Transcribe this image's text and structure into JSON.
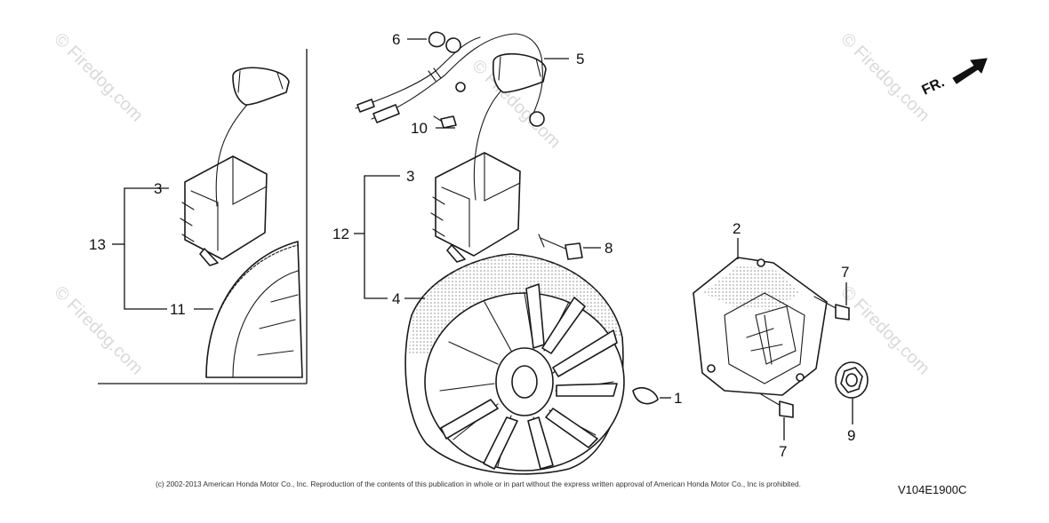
{
  "watermark": "© Firedog.com",
  "direction_marker": "FR.",
  "diagram_code": "V104E1900C",
  "copyright": "(c) 2002-2013 American Honda Motor Co., Inc. Reproduction of the contents of this publication in whole or in part without the express written approval of American Honda Motor Co., Inc is prohibited.",
  "callouts": {
    "c1": "1",
    "c2": "2",
    "c3a": "3",
    "c3b": "3",
    "c4": "4",
    "c5": "5",
    "c6": "6",
    "c7a": "7",
    "c7b": "7",
    "c8": "8",
    "c9": "9",
    "c10": "10",
    "c11": "11",
    "c12": "12",
    "c13": "13"
  }
}
